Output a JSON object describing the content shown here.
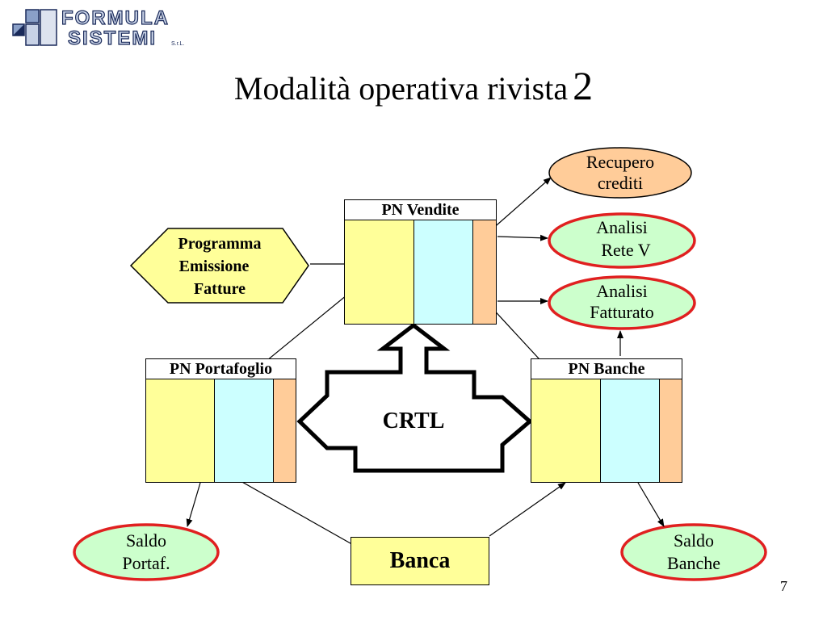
{
  "logo": {
    "line1": "FORMULA",
    "line2": "SISTEMI",
    "suffix": "S.r.L."
  },
  "title": {
    "text": "Modalità operativa rivista",
    "number": "2"
  },
  "ledgers": {
    "vendite": "PN Vendite",
    "portafoglio": "PN Portafoglio",
    "banche": "PN Banche"
  },
  "program": {
    "line1": "Programma",
    "line2": "Emissione",
    "line3": "Fatture"
  },
  "outputs": {
    "recupero": {
      "line1": "Recupero",
      "line2": "crediti"
    },
    "rete": {
      "line1": "Analisi",
      "line2": "Rete V"
    },
    "fatturato": {
      "line1": "Analisi",
      "line2": "Fatturato"
    },
    "saldo_portaf": {
      "line1": "Saldo",
      "line2": "Portaf."
    },
    "saldo_banche": {
      "line1": "Saldo",
      "line2": "Banche"
    }
  },
  "center": "CRTL",
  "banca": "Banca",
  "page_number": "7",
  "colors": {
    "yellow": "#ffff99",
    "cyan": "#ccffff",
    "peach": "#ffcc99",
    "green_oval": "#ccffcc",
    "red_border": "#e02020",
    "orange_oval": "#ffcc99"
  }
}
